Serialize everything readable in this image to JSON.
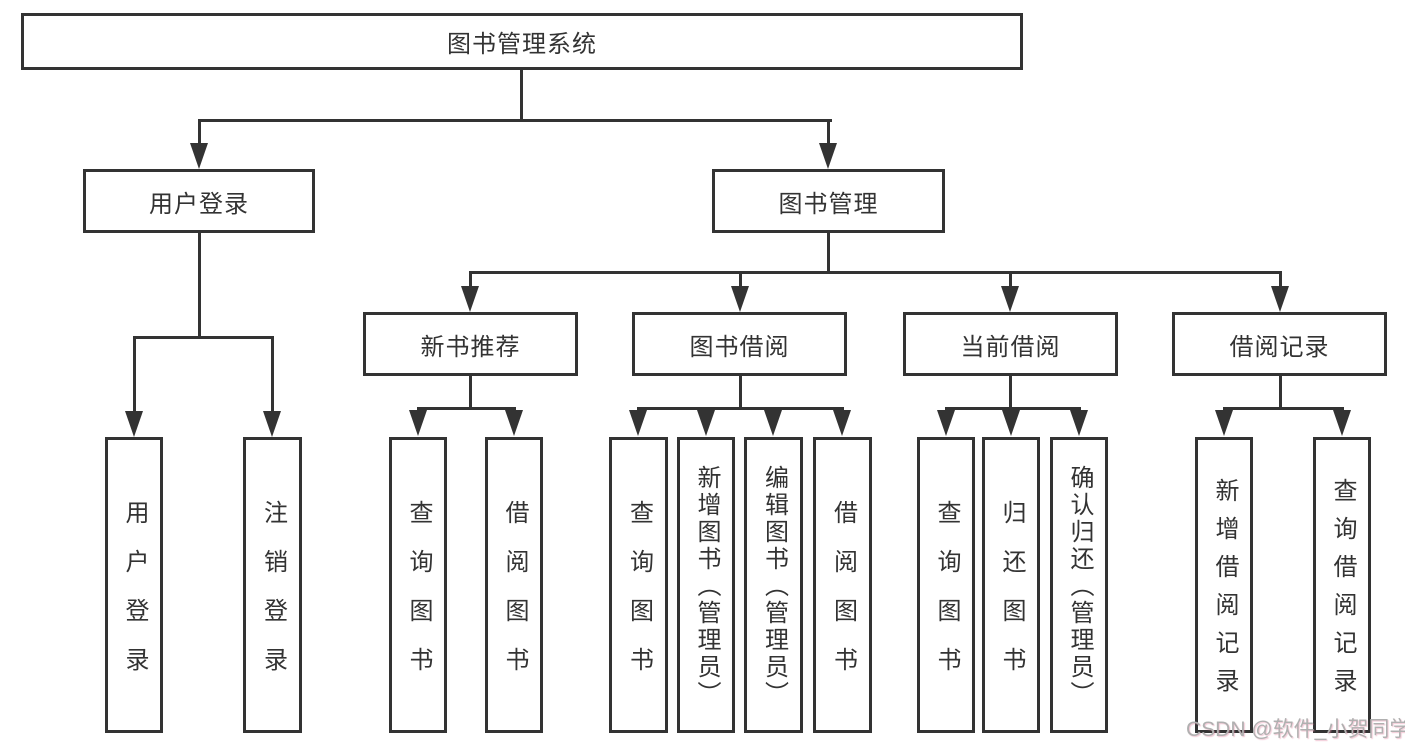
{
  "colors": {
    "line": "#333333",
    "text": "#333333",
    "bg": "#ffffff",
    "watermark": "#b0b0b0"
  },
  "watermark": "CSDN @软件_小贺同学",
  "nodes": {
    "root": "图书管理系统",
    "level2": {
      "user_login": "用户登录",
      "book_management": "图书管理"
    },
    "level3": {
      "new_book_recommend": "新书推荐",
      "book_borrowing": "图书借阅",
      "current_borrowing": "当前借阅",
      "borrowing_records": "借阅记录"
    },
    "leaves": {
      "user_login": [
        "用户登录",
        "注销登录"
      ],
      "new_book_recommend": [
        "查询图书",
        "借阅图书"
      ],
      "book_borrowing": [
        "查询图书",
        "新增图书（管理员）",
        "编辑图书（管理员）",
        "借阅图书"
      ],
      "current_borrowing": [
        "查询图书",
        "归还图书",
        "确认归还（管理员）"
      ],
      "borrowing_records": [
        "新增借阅记录",
        "查询借阅记录"
      ]
    }
  }
}
